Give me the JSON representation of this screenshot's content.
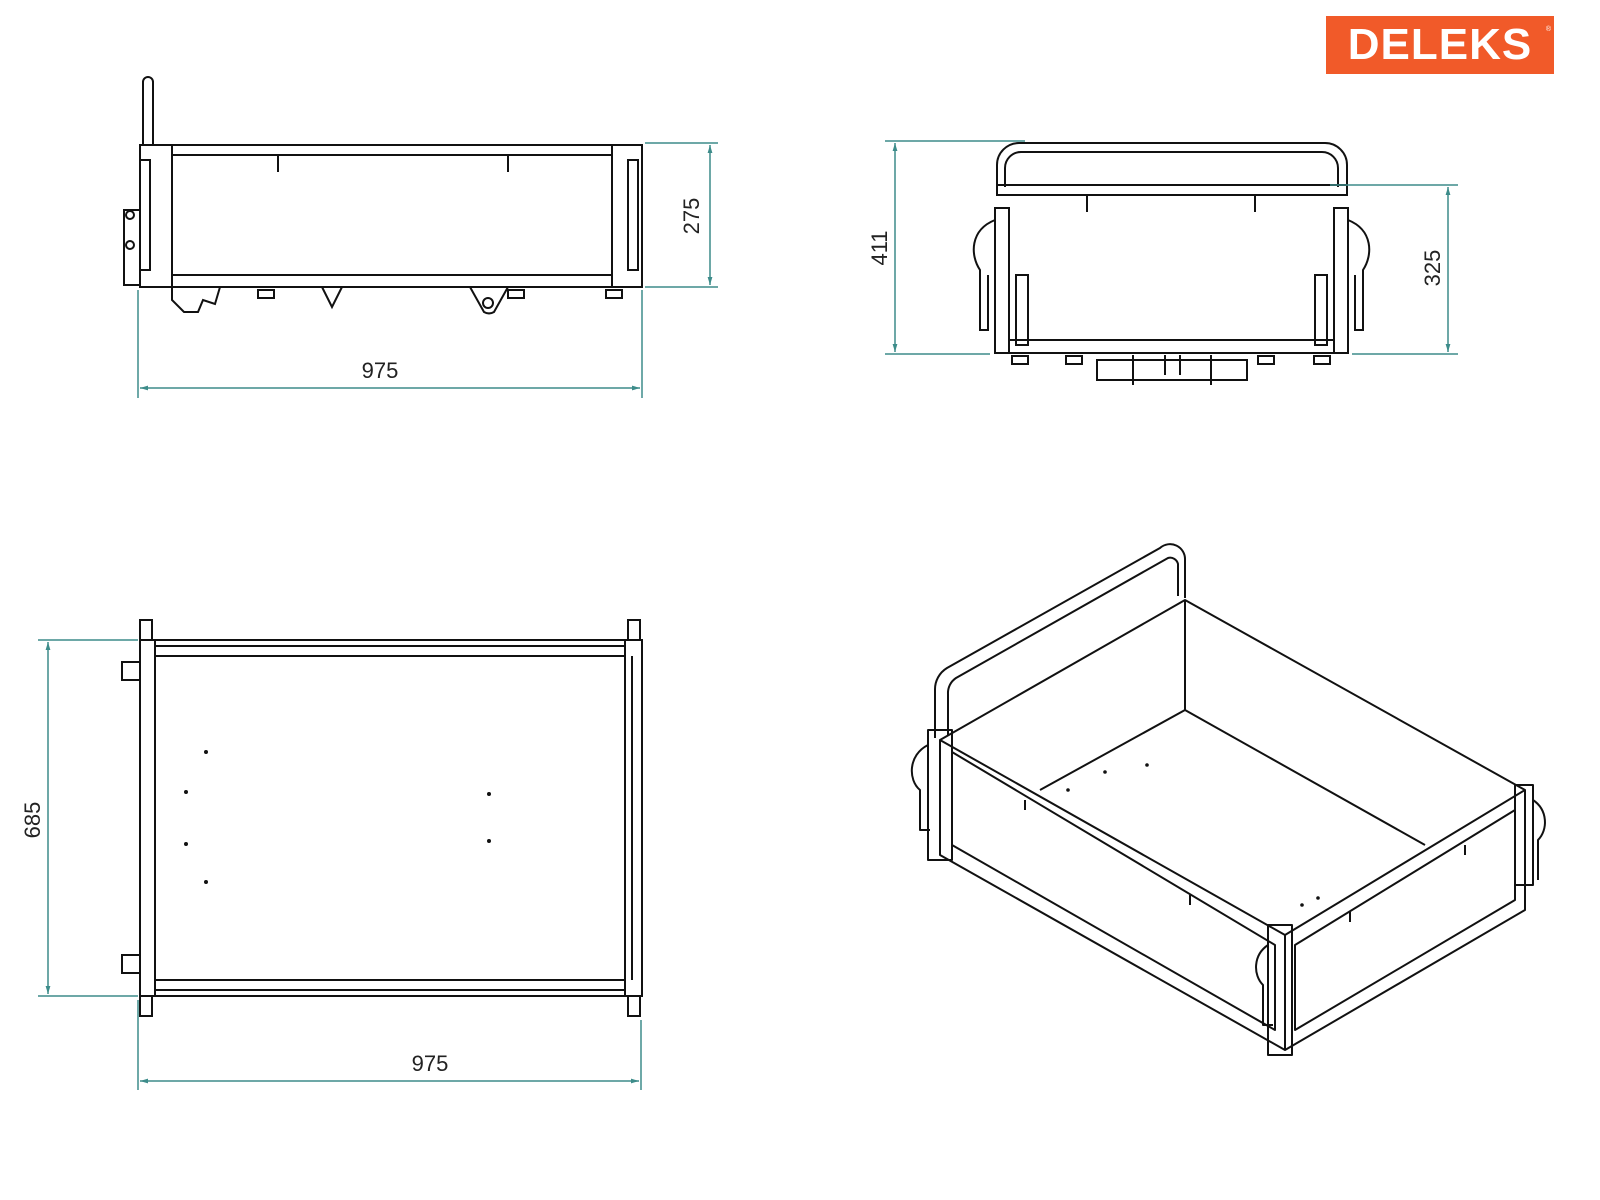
{
  "logo": {
    "text": "DELEKS",
    "registered": "®",
    "color": "#f15a29"
  },
  "dimension_color": "#3d8c8a",
  "views": {
    "side": {
      "width": "975",
      "height": "275"
    },
    "front": {
      "total_height": "411",
      "box_height": "325"
    },
    "top": {
      "depth": "685",
      "width": "975"
    },
    "isometric": {}
  }
}
